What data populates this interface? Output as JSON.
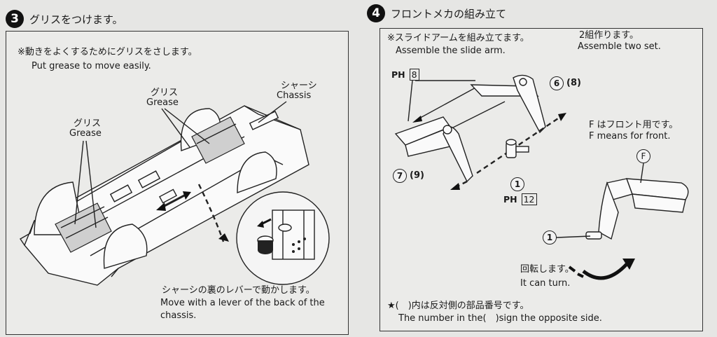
{
  "step3": {
    "number": "3",
    "title": "グリスをつけます。",
    "note_jp": "※動きをよくするためにグリスをさします。",
    "note_en": "Put grease to move easily.",
    "label_chassis_jp": "シャーシ",
    "label_chassis_en": "Chassis",
    "label_grease1_jp": "グリス",
    "label_grease1_en": "Grease",
    "label_grease2_jp": "グリス",
    "label_grease2_en": "Grease",
    "lever_jp": "シャーシの裏のレバーで動かします。",
    "lever_en_1": "Move with a lever of the back of the",
    "lever_en_2": "chassis."
  },
  "step4": {
    "number": "4",
    "title": "フロントメカの組み立て",
    "note_jp": "※スライドアームを組み立てます。",
    "note_en": "Assemble the slide arm.",
    "two_jp": "2組作ります。",
    "two_en": "Assemble two set.",
    "part_ph8_prefix": "PH",
    "part_ph8_num": "8",
    "part_ph12_prefix": "PH",
    "part_ph12_num": "12",
    "part_6": "6",
    "part_8": "(8)",
    "part_7": "7",
    "part_9": "(9)",
    "part_1a": "1",
    "part_1b": "1",
    "part_f": "F",
    "f_jp": "F はフロント用です。",
    "f_en": "F means for front.",
    "turn_jp": "回転します。",
    "turn_en": "It can turn.",
    "opp_jp": "★(　)内は反対側の部品番号です。",
    "opp_en": "The number in the(　)sign the opposite side."
  }
}
